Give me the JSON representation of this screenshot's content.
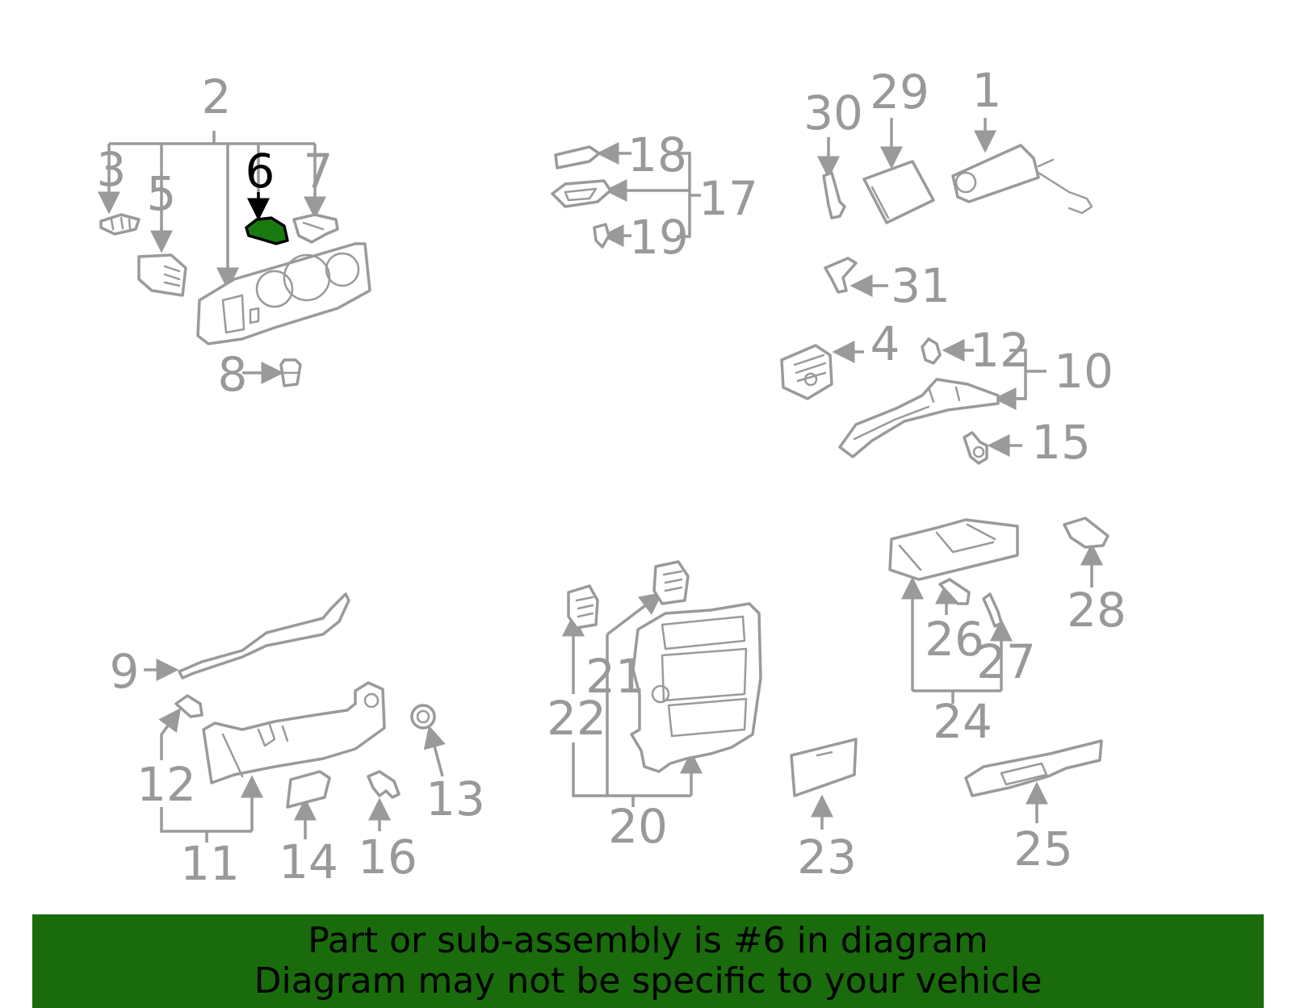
{
  "diagram": {
    "callouts": {
      "c1": "1",
      "c2": "2",
      "c3": "3",
      "c4": "4",
      "c5": "5",
      "c6": "6",
      "c7": "7",
      "c8": "8",
      "c9": "9",
      "c10": "10",
      "c11": "11",
      "c12a": "12",
      "c12b": "12",
      "c13": "13",
      "c14": "14",
      "c15": "15",
      "c16": "16",
      "c17": "17",
      "c18": "18",
      "c19": "19",
      "c20": "20",
      "c21": "21",
      "c22": "22",
      "c23": "23",
      "c24": "24",
      "c25": "25",
      "c26": "26",
      "c27": "27",
      "c28": "28",
      "c29": "29",
      "c30": "30",
      "c31": "31"
    },
    "highlighted_part": "6",
    "colors": {
      "highlight": "#1a7a10",
      "line": "#9a9a9a",
      "callout": "#999999",
      "banner": "#196b0c"
    }
  },
  "banner": {
    "line1": "Part or sub-assembly is #6 in diagram",
    "line2": "Diagram may not be specific to your vehicle"
  }
}
